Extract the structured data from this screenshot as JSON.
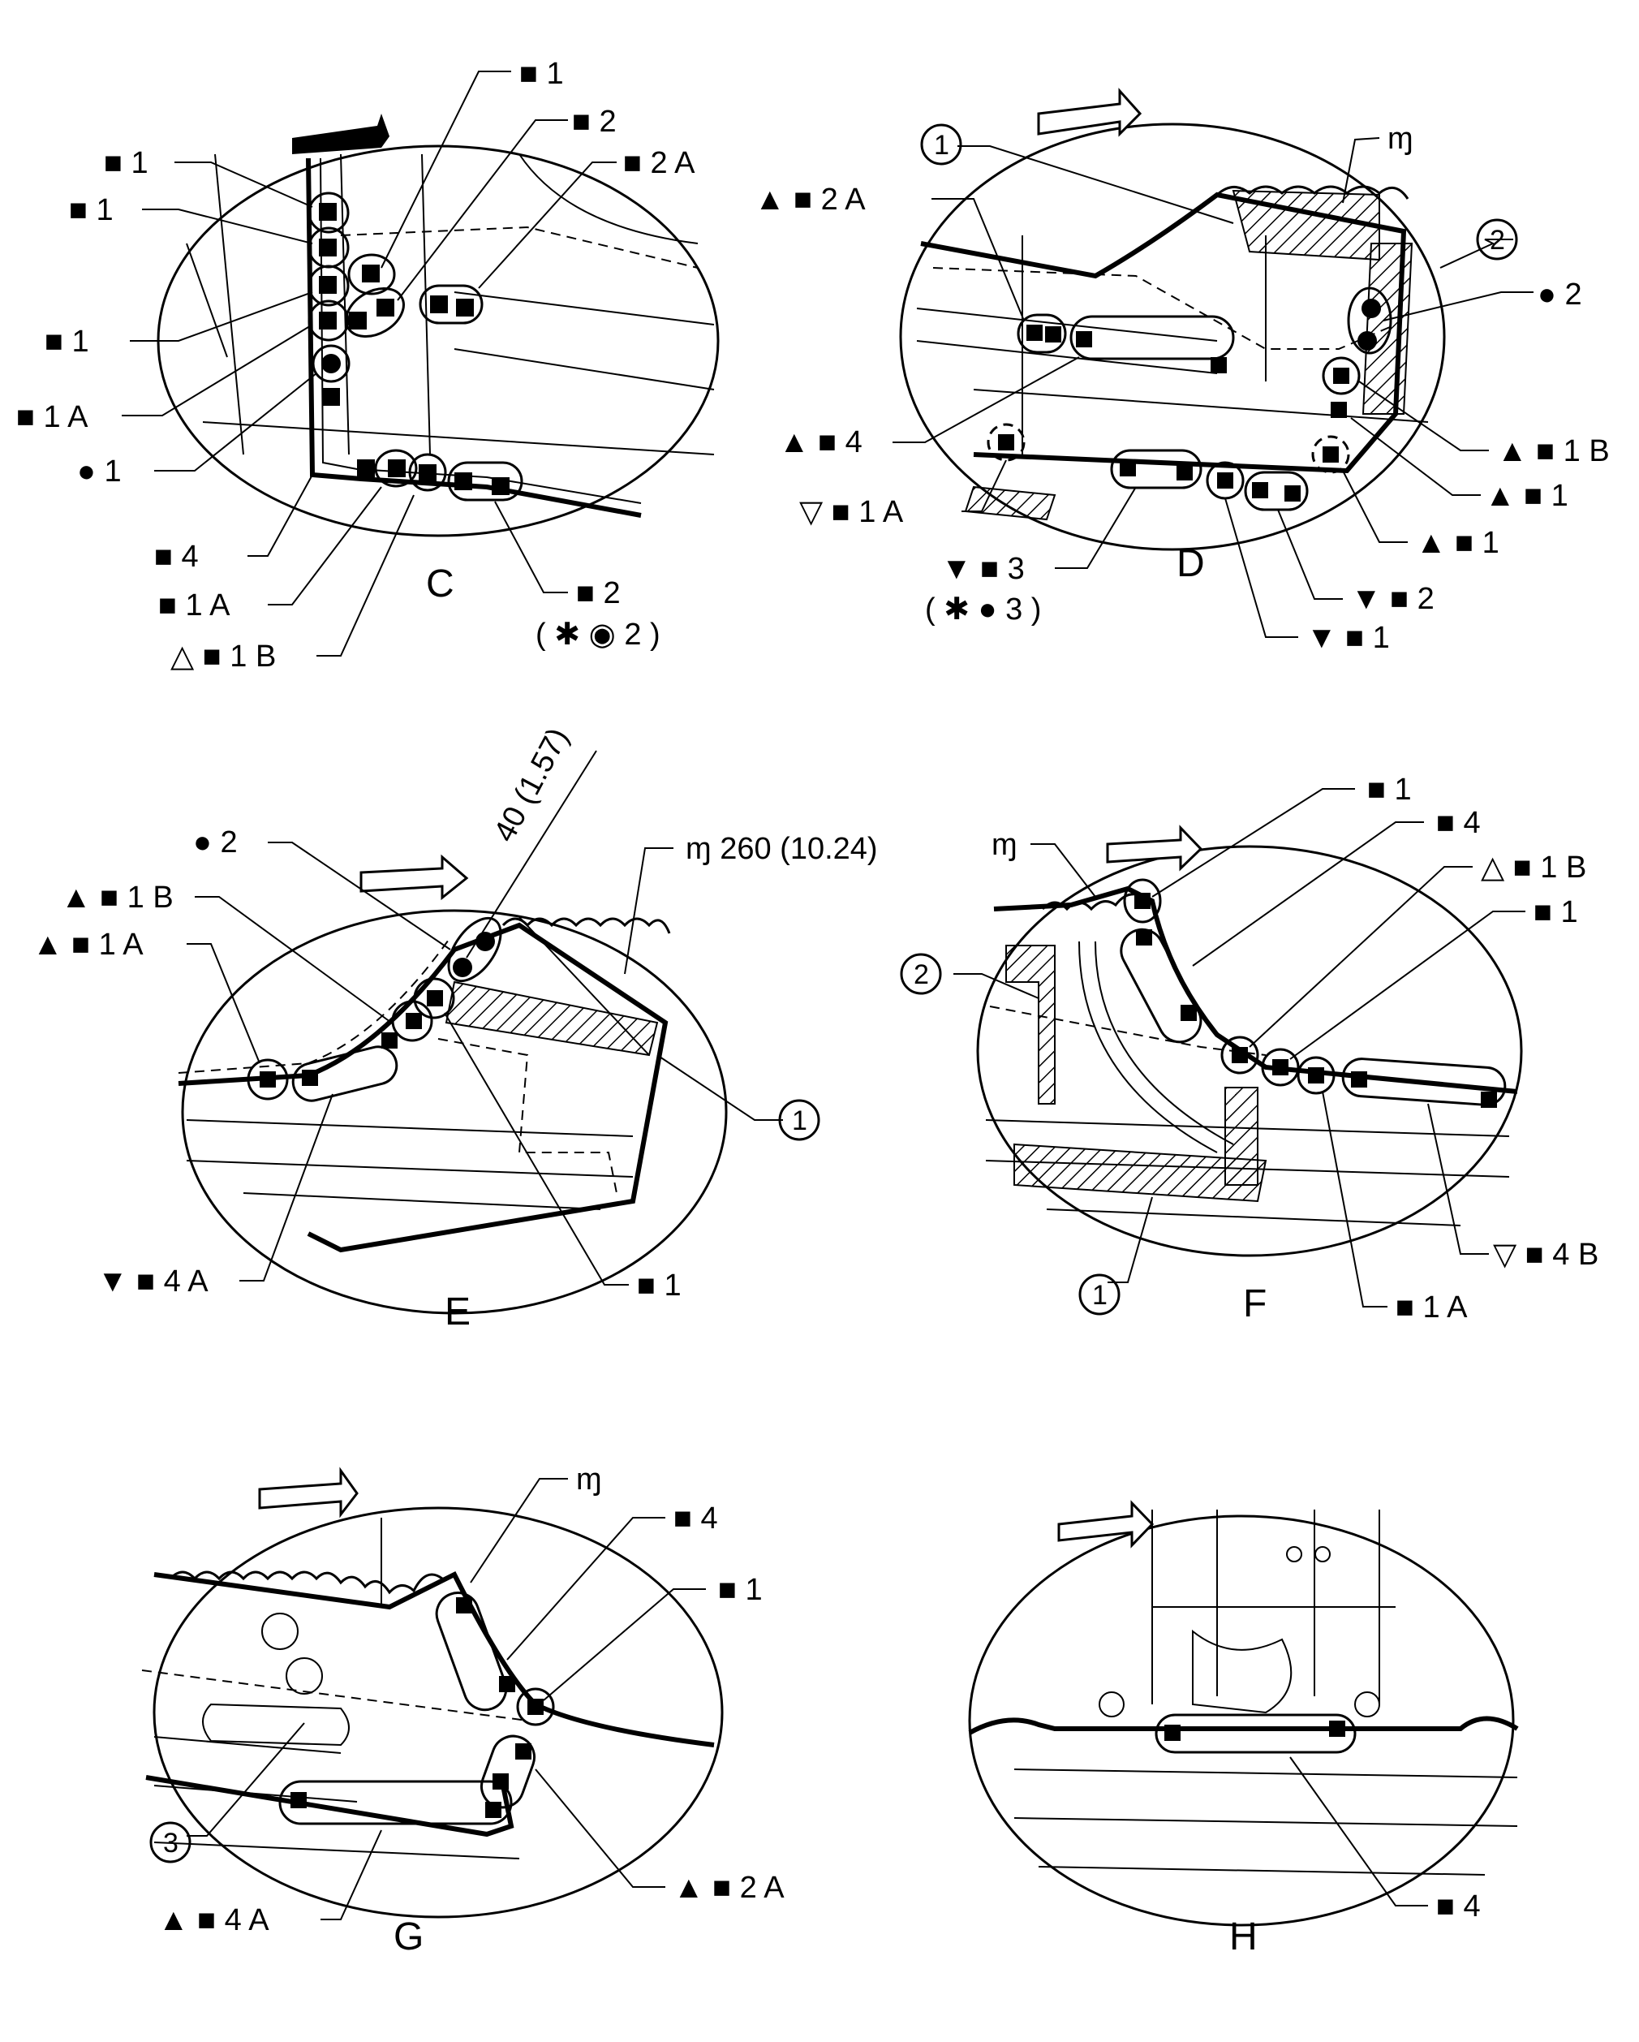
{
  "views": {
    "C": {
      "caption": "C",
      "labels": [
        {
          "text": "■ 1"
        },
        {
          "text": "■ 2"
        },
        {
          "text": "■ 2 A"
        },
        {
          "text": "■ 1"
        },
        {
          "text": "■ 1"
        },
        {
          "text": "■ 1"
        },
        {
          "text": "■ 1 A"
        },
        {
          "text": "● 1"
        },
        {
          "text": "■ 4"
        },
        {
          "text": "■ 1 A"
        },
        {
          "text": "△ ■ 1 B"
        },
        {
          "text": "■ 2"
        },
        {
          "text": "( ✱ ◉ 2 )"
        }
      ]
    },
    "D": {
      "caption": "D",
      "labels": [
        {
          "text": "▲ ■ 2 A"
        },
        {
          "text": "● 2"
        },
        {
          "text": "▲ ■ 4"
        },
        {
          "text": "▽ ■ 1 A"
        },
        {
          "text": "▼ ■ 3"
        },
        {
          "text": "( ✱ ● 3 )"
        },
        {
          "text": "▼ ■ 2"
        },
        {
          "text": "▼ ■ 1"
        },
        {
          "text": "▲ ■ 1 B"
        },
        {
          "text": "▲ ■ 1"
        },
        {
          "text": "▲ ■ 1"
        },
        {
          "text": "ɱ"
        }
      ],
      "callouts": [
        "1",
        "2"
      ]
    },
    "E": {
      "caption": "E",
      "labels": [
        {
          "text": "● 2"
        },
        {
          "text": "▲ ■ 1 B"
        },
        {
          "text": "▲ ■ 1 A"
        },
        {
          "text": "▼ ■ 4 A"
        },
        {
          "text": "■ 1"
        },
        {
          "text": "40 (1.57)"
        },
        {
          "text": "ɱ 260 (10.24)"
        }
      ],
      "callouts": [
        "1"
      ]
    },
    "F": {
      "caption": "F",
      "labels": [
        {
          "text": "ɱ"
        },
        {
          "text": "■ 1"
        },
        {
          "text": "■ 4"
        },
        {
          "text": "△ ■ 1 B"
        },
        {
          "text": "■ 1"
        },
        {
          "text": "▽ ■ 4 B"
        },
        {
          "text": "■ 1 A"
        }
      ],
      "callouts": [
        "2",
        "1"
      ]
    },
    "G": {
      "caption": "G",
      "labels": [
        {
          "text": "ɱ"
        },
        {
          "text": "■ 4"
        },
        {
          "text": "■ 1"
        },
        {
          "text": "▲ ■ 2 A"
        },
        {
          "text": "▲ ■ 4 A"
        }
      ],
      "callouts": [
        "3"
      ]
    },
    "H": {
      "caption": "H",
      "labels": [
        {
          "text": "■ 4"
        }
      ]
    }
  },
  "colors": {
    "ink": "#000000",
    "paper": "#ffffff"
  }
}
